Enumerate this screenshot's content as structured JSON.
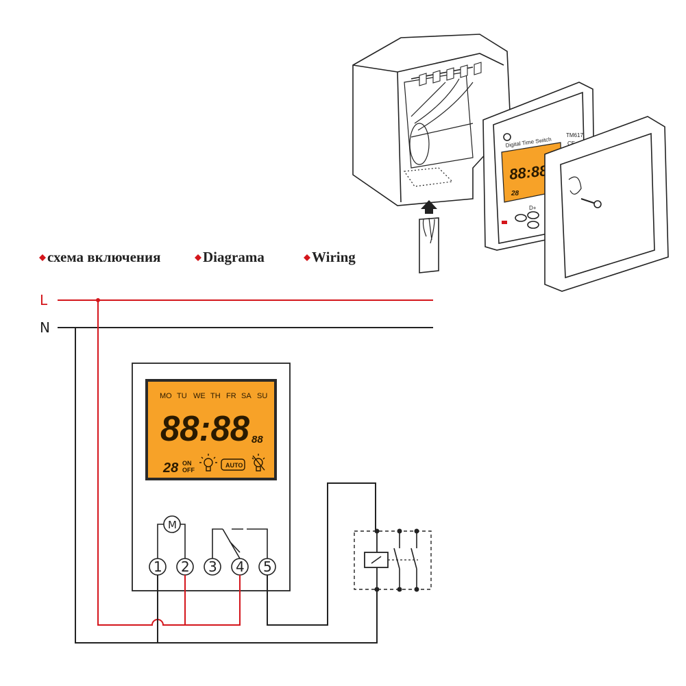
{
  "headings": {
    "russian": "схема включения",
    "spanish": "Diagrama",
    "english": "Wiring"
  },
  "lines": {
    "live": "L",
    "neutral": "N"
  },
  "lcd": {
    "days": [
      "MO",
      "TU",
      "WE",
      "TH",
      "FR",
      "SA",
      "SU"
    ],
    "time": "88:88",
    "seconds": "88",
    "program": "28",
    "on_label": "ON",
    "off_label": "OFF",
    "auto_label": "AUTO"
  },
  "motor_label": "M",
  "terminals": [
    "1",
    "2",
    "3",
    "4",
    "5"
  ],
  "device": {
    "name": "Digital Time Switch",
    "model": "TM617",
    "mark": "CE",
    "button_label": "D+",
    "lcd_time": "88:88",
    "lcd_program": "28"
  },
  "colors": {
    "live_wire": "#d4151b",
    "neutral_wire": "#222222",
    "lcd_background": "#f7a228",
    "accent_diamond": "#d4151b"
  }
}
